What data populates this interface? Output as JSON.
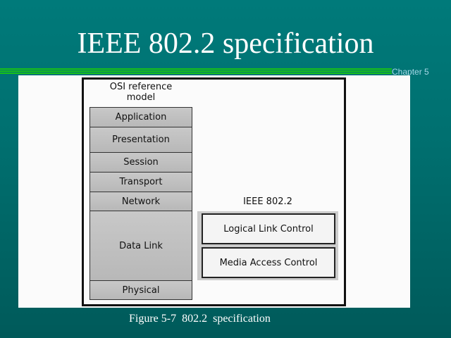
{
  "slide": {
    "title": "IEEE 802.2 specification",
    "chapter": "Chapter 5",
    "caption": "Figure 5-7  802.2  specification"
  },
  "diagram": {
    "osi_title_line1": "OSI reference",
    "osi_title_line2": "model",
    "osi_layers": [
      "Application",
      "Presentation",
      "Session",
      "Transport",
      "Network",
      "Data Link",
      "Physical"
    ],
    "ieee_title": "IEEE 802.2",
    "ieee_sublayers": [
      "Logical Link Control",
      "Media Access Control"
    ]
  }
}
